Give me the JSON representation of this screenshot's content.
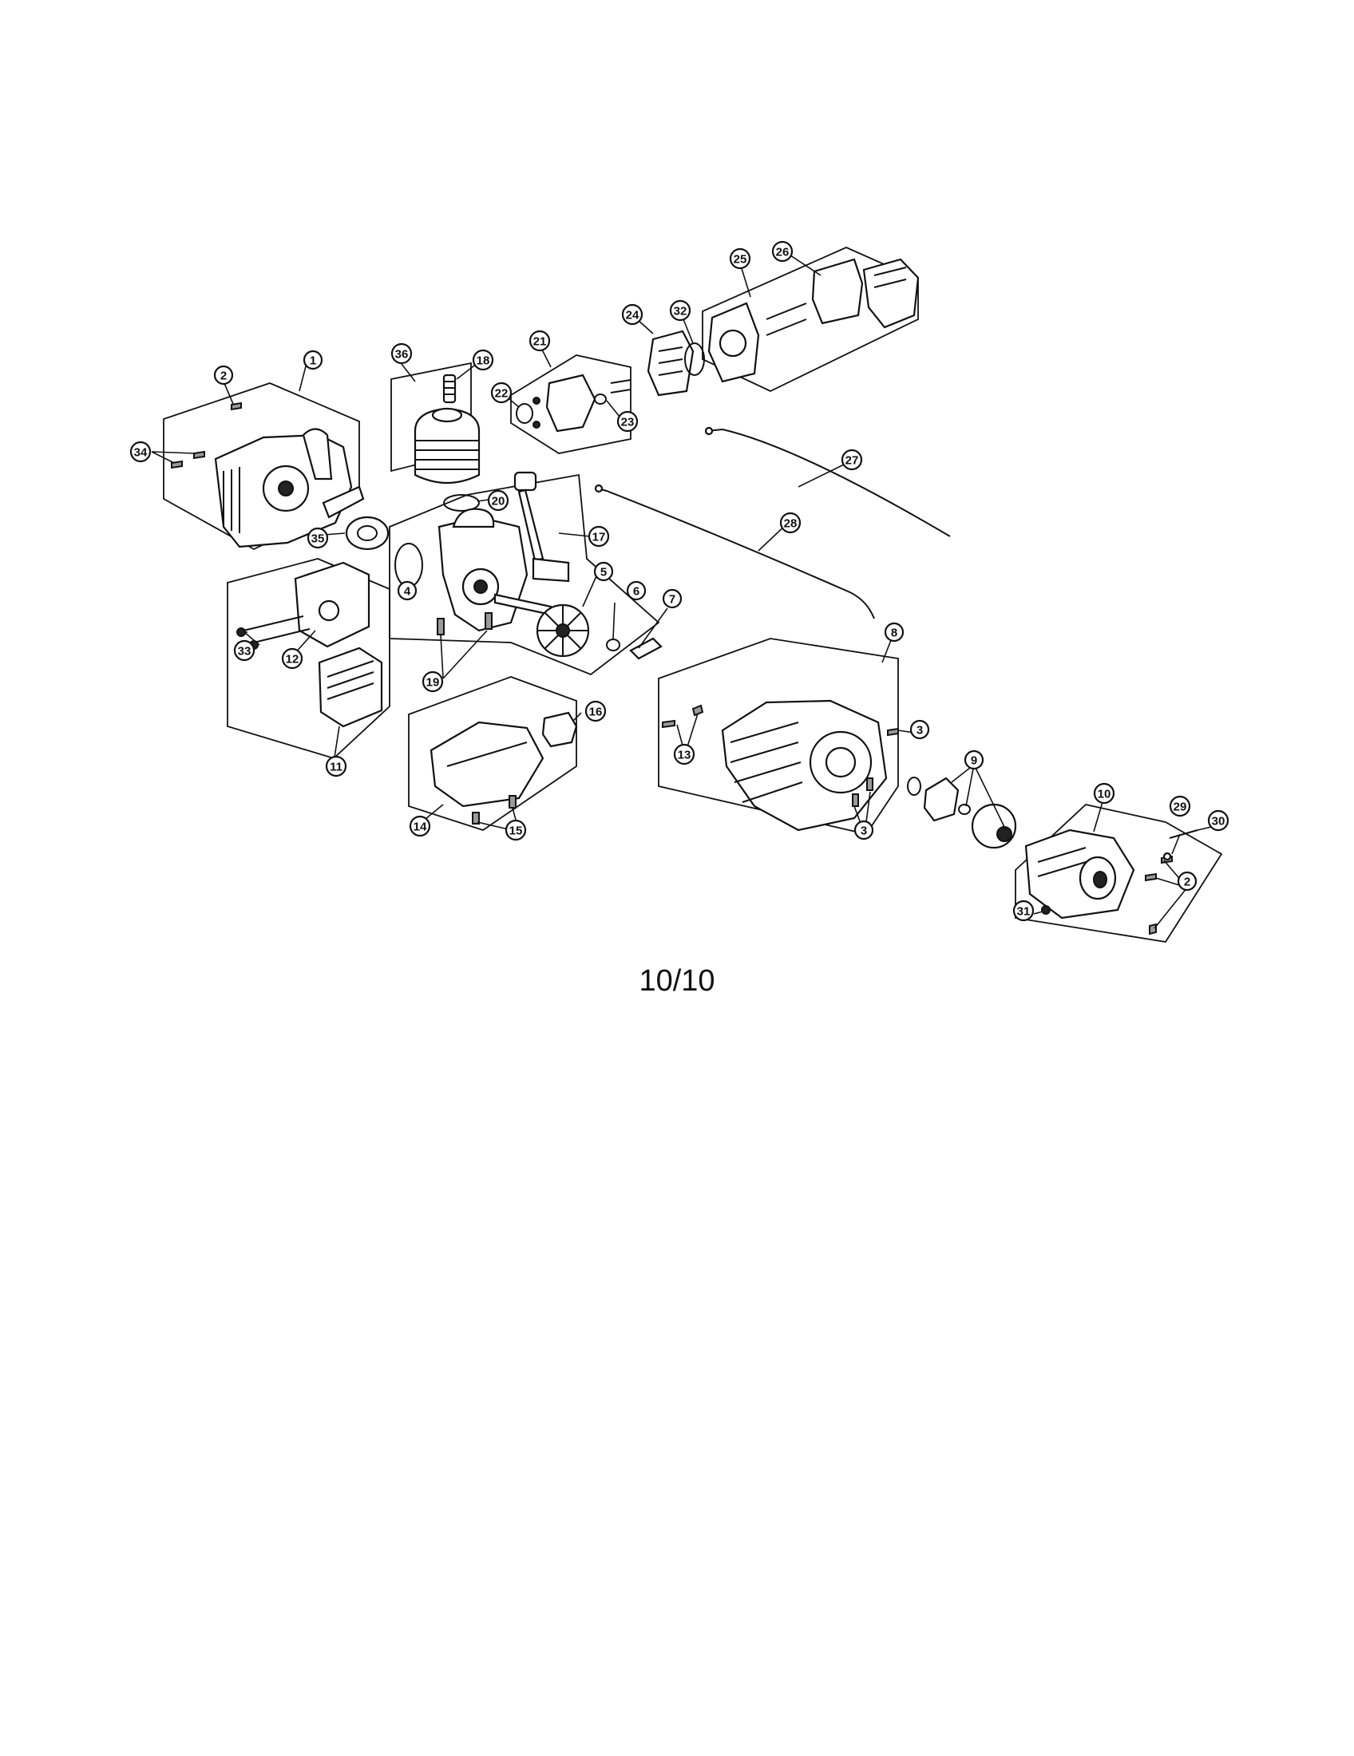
{
  "page_label": "10/10",
  "callouts": {
    "c1": "1",
    "c2a": "2",
    "c2b": "2",
    "c3a": "3",
    "c3b": "3",
    "c4": "4",
    "c5": "5",
    "c6": "6",
    "c7": "7",
    "c8": "8",
    "c9": "9",
    "c10": "10",
    "c11": "11",
    "c12": "12",
    "c13": "13",
    "c14": "14",
    "c15": "15",
    "c16": "16",
    "c17": "17",
    "c18": "18",
    "c19": "19",
    "c20": "20",
    "c21": "21",
    "c22": "22",
    "c23": "23",
    "c24": "24",
    "c25": "25",
    "c26": "26",
    "c27": "27",
    "c28": "28",
    "c29": "29",
    "c30": "30",
    "c31": "31",
    "c32": "32",
    "c33": "33",
    "c34": "34",
    "c35": "35",
    "c36": "36"
  },
  "icons": {
    "engine_cover": "engine-cover-icon",
    "cylinder": "cylinder-icon",
    "crankcase": "crankcase-icon",
    "flywheel": "flywheel-icon",
    "starter_housing": "starter-housing-icon",
    "clutch_housing": "clutch-housing-icon",
    "muffler": "muffler-icon",
    "air_filter": "air-filter-icon",
    "carburetor": "carburetor-icon",
    "fuel_tank": "fuel-tank-icon",
    "spark_plug": "spark-plug-icon",
    "cable": "cable-icon"
  }
}
